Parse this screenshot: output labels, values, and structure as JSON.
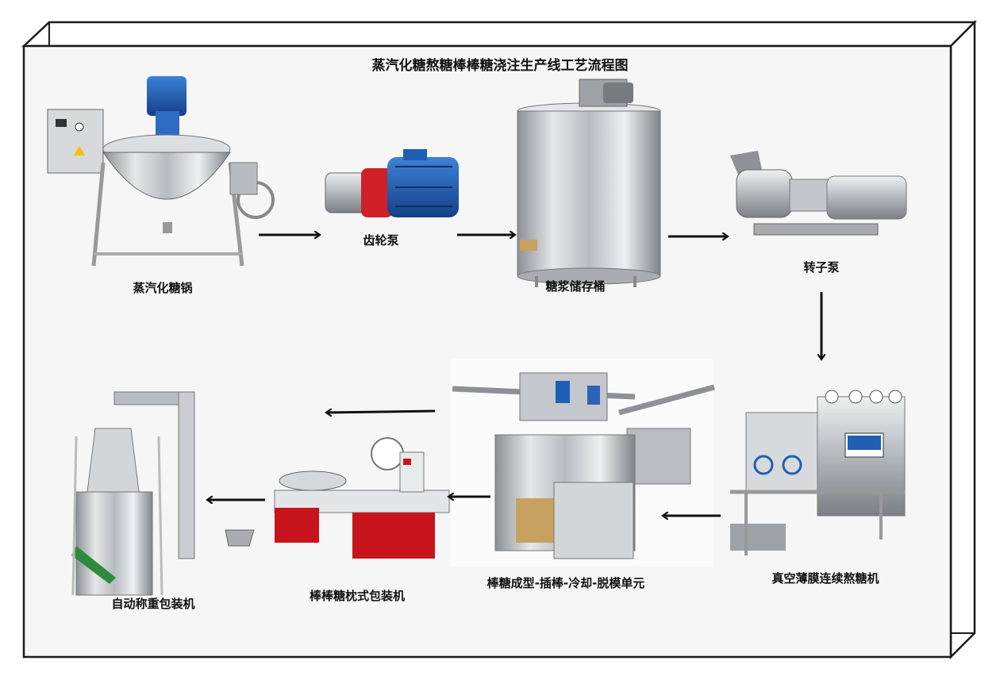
{
  "title": "蒸汽化糖熬糖棒棒糖浇注生产线工艺流程图",
  "steps": [
    {
      "id": "sugar-dissolving-pot",
      "label": "蒸汽化糖锅"
    },
    {
      "id": "gear-pump",
      "label": "齿轮泵"
    },
    {
      "id": "syrup-storage-tank",
      "label": "糖浆储存桶"
    },
    {
      "id": "rotor-pump",
      "label": "转子泵"
    },
    {
      "id": "vacuum-film-cooker",
      "label": "真空薄膜连续熬糖机"
    },
    {
      "id": "forming-unit",
      "label": "棒糖成型-插棒-冷却-脱模单元"
    },
    {
      "id": "pillow-packing-machine",
      "label": "棒棒糖枕式包装机"
    },
    {
      "id": "weighing-packing-machine",
      "label": "自动称重包装机"
    }
  ],
  "flow_order": [
    "sugar-dissolving-pot",
    "gear-pump",
    "syrup-storage-tank",
    "rotor-pump",
    "vacuum-film-cooker",
    "forming-unit",
    "pillow-packing-machine",
    "weighing-packing-machine"
  ],
  "colors": {
    "frame": "#1a1a1a",
    "panel": "#f6f6f6",
    "steel": "#c9ccd0",
    "motor_blue": "#1f5fb5",
    "pump_red": "#d0202a",
    "cabinet_red": "#c8141c"
  }
}
